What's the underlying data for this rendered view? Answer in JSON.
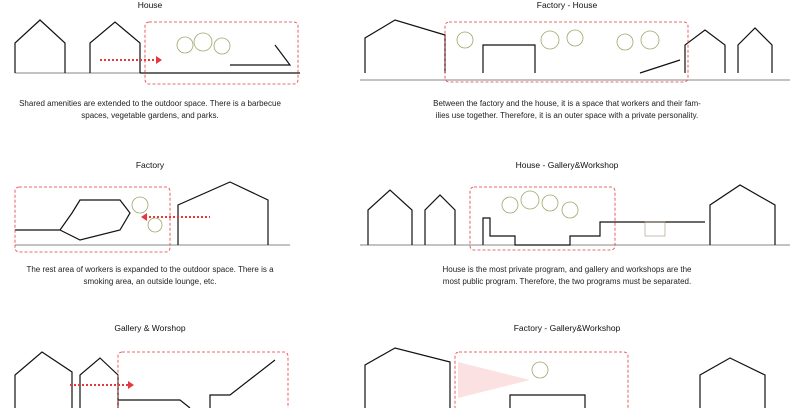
{
  "panels": [
    {
      "title": "House",
      "caption_l1": "Shared amenities are extended to the outdoor space. There is a barbecue",
      "caption_l2": "spaces, vegetable gardens, and parks."
    },
    {
      "title": "Factory - House",
      "caption_l1": "Between the factory and the house, it is a space that workers and their fam-",
      "caption_l2": "ilies use together. Therefore, it is an outer space with a private personality."
    },
    {
      "title": "Factory",
      "caption_l1": "The rest area of workers is expanded to the outdoor space. There is a",
      "caption_l2": "smoking area, an outside lounge, etc."
    },
    {
      "title": "House - Gallery&Workshop",
      "caption_l1": "House is the most private program, and gallery and workshops are the",
      "caption_l2": "most public program. Therefore, the two programs must be separated."
    },
    {
      "title": "Gallery & Worshop"
    },
    {
      "title": "Factory - Gallery&Workshop"
    }
  ],
  "colors": {
    "highlight": "#e8383d",
    "line": "#111111",
    "tree": "#9aa86a"
  }
}
